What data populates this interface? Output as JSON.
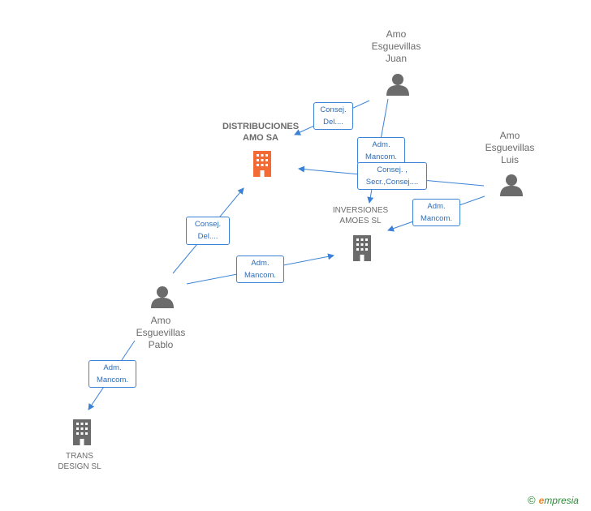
{
  "nodes": {
    "juan": {
      "label": "Amo\nEsguevillas\nJuan",
      "type": "person"
    },
    "luis": {
      "label": "Amo\nEsguevillas\nLuis",
      "type": "person"
    },
    "pablo": {
      "label": "Amo\nEsguevillas\nPablo",
      "type": "person"
    },
    "distribuciones": {
      "label": "DISTRIBUCIONES\nAMO SA",
      "type": "company-main"
    },
    "inversiones": {
      "label": "INVERSIONES\nAMOES SL",
      "type": "company"
    },
    "trans": {
      "label": "TRANS\nDESIGN SL",
      "type": "company"
    }
  },
  "edges": {
    "juan_dist": "Consej.\nDel....",
    "juan_inv": "Adm.\nMancom.",
    "luis_dist": "Consej. ,\nSecr.,Consej....",
    "luis_inv": "Adm.\nMancom.",
    "pablo_dist": "Consej.\nDel....",
    "pablo_inv": "Adm.\nMancom.",
    "pablo_trans": "Adm.\nMancom."
  },
  "brand": {
    "copyright": "©",
    "e": "e",
    "name": "mpresia"
  },
  "colors": {
    "edge": "#3b82d6",
    "person": "#6b6b6b",
    "company": "#6b6b6b",
    "main_company": "#f26b35"
  }
}
